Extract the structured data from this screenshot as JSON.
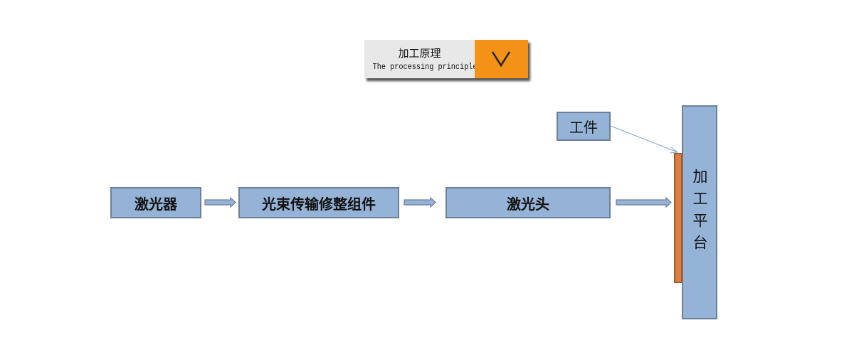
{
  "header": {
    "title_cn": "加工原理",
    "title_en": "The processing principle",
    "toggle_icon": "chevron-down-icon",
    "accent": "#f39217"
  },
  "nodes": {
    "laser": "激光器",
    "beam": "光束传输修整组件",
    "head": "激光头",
    "workpiece_label": "工件",
    "platform": "加工平台"
  },
  "colors": {
    "box": "#95b3d7",
    "workpiece": "#dd7f44"
  }
}
